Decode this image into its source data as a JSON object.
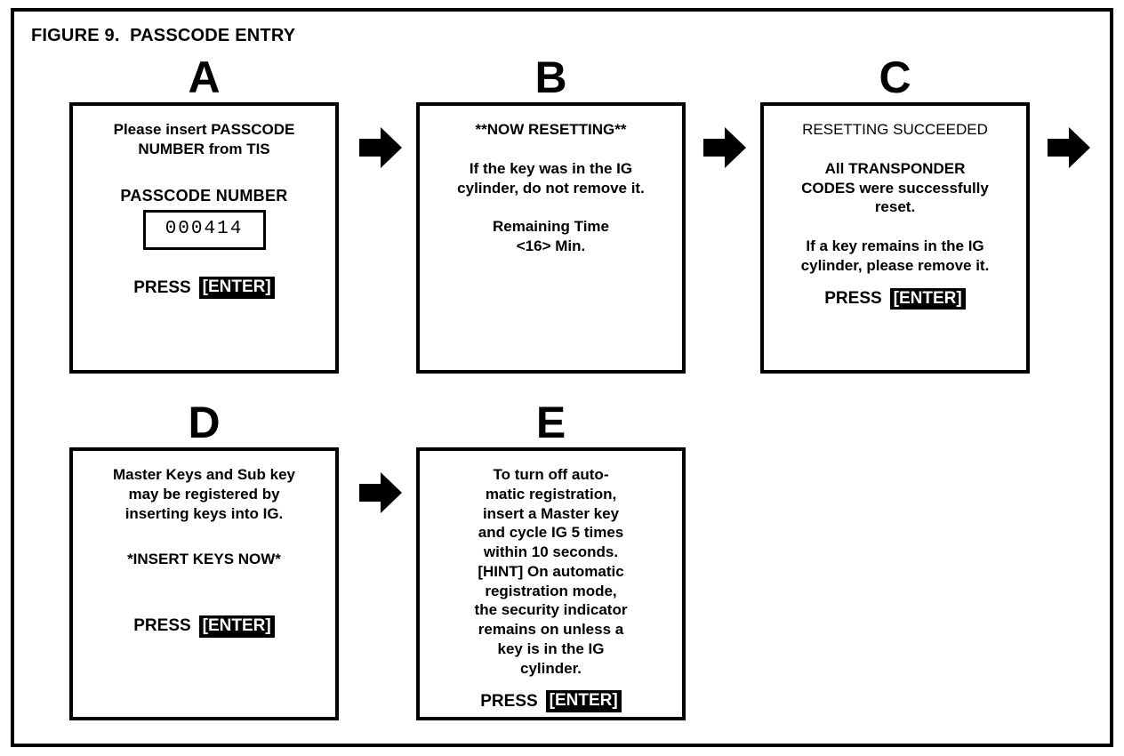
{
  "figure": {
    "title": "FIGURE 9.  PASSCODE ENTRY"
  },
  "common": {
    "press_label": "PRESS",
    "enter_label": "[ENTER]",
    "arrow_icon": "right-arrow-icon"
  },
  "steps": [
    {
      "id": "a",
      "letter": "A",
      "lines": [
        "Please insert PASSCODE\nNUMBER from TIS"
      ],
      "field": {
        "label": "PASSCODE NUMBER",
        "value": "000414"
      },
      "press": true
    },
    {
      "id": "b",
      "letter": "B",
      "lines": [
        "**NOW RESETTING**",
        "If the key was in the IG\ncylinder, do not remove it.",
        "Remaining Time\n<16> Min."
      ],
      "press": false
    },
    {
      "id": "c",
      "letter": "C",
      "lines": [
        "RESETTING SUCCEEDED",
        "All TRANSPONDER\nCODES were successfully\nreset.",
        "If a key remains in the IG\ncylinder, please remove it."
      ],
      "press": true
    },
    {
      "id": "d",
      "letter": "D",
      "lines": [
        "Master Keys and Sub key\nmay be registered by\ninserting keys into IG.",
        "*INSERT KEYS NOW*"
      ],
      "press": true
    },
    {
      "id": "e",
      "letter": "E",
      "lines": [
        "To turn off auto-\nmatic registration,\ninsert a Master key\nand cycle IG 5 times\nwithin 10 seconds.",
        "[HINT] On automatic\nregistration mode,\nthe security indicator\nremains on unless a\nkey is in the IG\ncylinder."
      ],
      "press": true
    }
  ],
  "colors": {
    "ink": "#000000",
    "paper": "#ffffff"
  }
}
